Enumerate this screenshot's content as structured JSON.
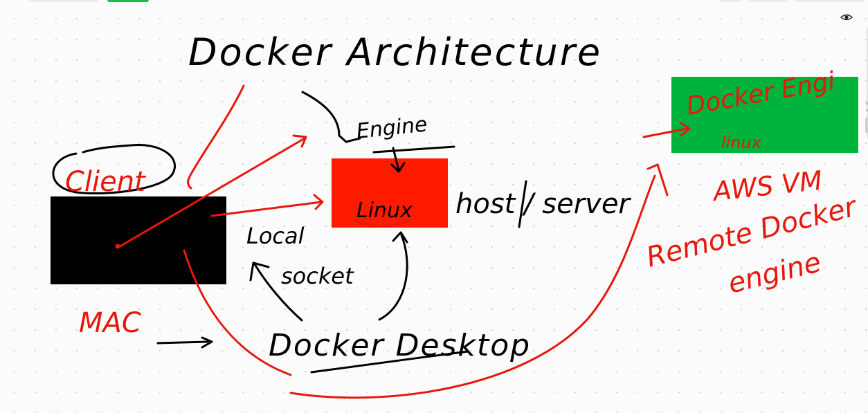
{
  "canvas": {
    "background": "#fbfbfb",
    "dot_color": "#d4d4d4"
  },
  "toolbar": {
    "accent": "#1db954",
    "view_icon": "eye-icon"
  },
  "diagram": {
    "title": "Docker Architecture",
    "colors": {
      "black_ink": "#000000",
      "red_ink": "#e8170c",
      "engine_box": "#ff1a00",
      "remote_box": "#00b33c",
      "client_box": "#000000"
    },
    "labels": {
      "client": "Client",
      "mac": "MAC",
      "engine": "Engine",
      "linux": "Linux",
      "host_server": "host / server",
      "local_socket_1": "Local",
      "local_socket_2": "socket",
      "docker_desktop": "Docker Desktop",
      "remote_box_1": "Docker Engi",
      "remote_box_2": "linux",
      "aws_vm": "AWS VM",
      "remote_1": "Remote Docker",
      "remote_2": "engine"
    }
  }
}
